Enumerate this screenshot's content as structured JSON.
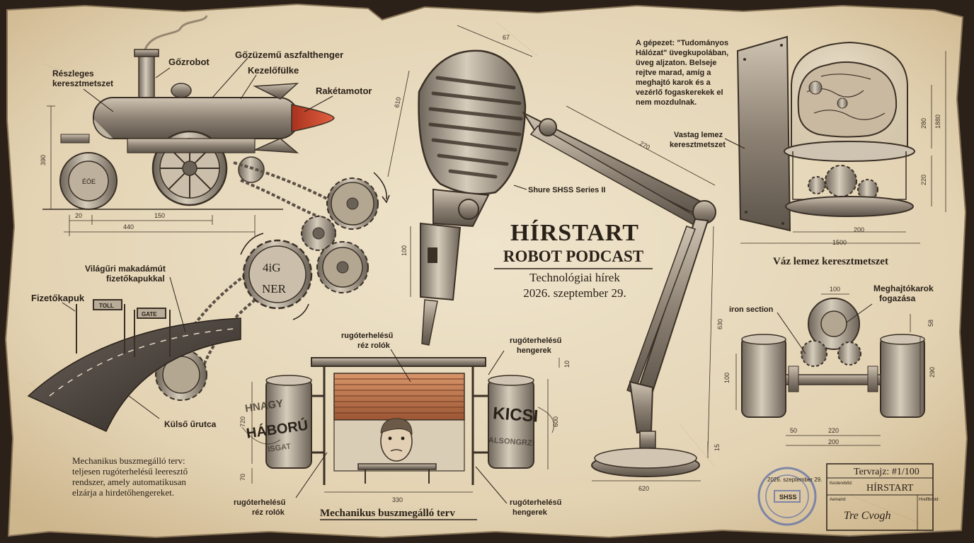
{
  "colors": {
    "paper": "#e9dcc2",
    "paper_dark": "#d8c6a3",
    "ink": "#2a2119",
    "accent_red": "#c8452f",
    "stamp_blue": "#5f6fa6"
  },
  "title_block": {
    "title": "HÍRSTART",
    "subtitle": "ROBOT PODCAST",
    "line1": "Technológiai hírek",
    "date": "2026. szeptember 29."
  },
  "engine": {
    "labels": {
      "partial_section": "Részleges",
      "partial_section_2": "keresztmetszet",
      "steam_robot": "Gőzrobot",
      "roller": "Gőzüzemű aszfalthenger",
      "cab": "Kezelőfülke",
      "rocket": "Rakétamotor"
    },
    "dims": {
      "height": "390",
      "d1": "20",
      "d2": "150",
      "total": "440"
    },
    "roller_text": "ÉÖE"
  },
  "gears": {
    "gear_text_1": "4iG",
    "gear_text_2": "NER"
  },
  "road": {
    "space_road": "Világűri makadámút",
    "space_road_2": "fizetőkapukkal",
    "toll_gates": "Fizetőkapuk",
    "toll_sign": "TOLL",
    "gate_sign": "GATE",
    "outer_lane": "Külső űrutca"
  },
  "microphone": {
    "label": "Shure SHSS Series II",
    "dims": {
      "top": "67",
      "height": "610",
      "arm": "270",
      "lower": "100",
      "pole": "630",
      "base_h": "15",
      "base_w": "620"
    }
  },
  "brain": {
    "note_lines": [
      "A gépezet: \"Tudományos",
      "Hálózat\" üvegkupolában,",
      "üveg aljzaton. Belseje",
      "rejtve marad, amíg a",
      "meghajtó karok és a",
      "vezérlő fogaskerekek el",
      "nem mozdulnak."
    ],
    "plate_label": "Vastag lemez",
    "plate_label_2": "keresztmetszet",
    "caption": "Váz lemez keresztmetszet",
    "dims": {
      "h1": "280",
      "h2": "1880",
      "h3": "220",
      "w1": "200",
      "w2": "1500"
    }
  },
  "drive": {
    "iron_section": "iron section",
    "drive_arms": "Meghajtókarok",
    "drive_arms_2": "fogazása",
    "dims": {
      "top": "100",
      "right_small": "58",
      "right": "290",
      "left": "100",
      "b1": "50",
      "b2": "220",
      "b3": "200"
    }
  },
  "bus_stop": {
    "roller_label_top": "rugóterhelésű",
    "roller_label_top_2": "réz rolók",
    "cyl_label_top": "rugóterhelésű",
    "cyl_label_top_2": "hengerek",
    "roller_label_bottom": "rugóterhelésű",
    "roller_label_bottom_2": "réz rolók",
    "cyl_label_bottom": "rugóterhelésű",
    "cyl_label_bottom_2": "hengerek",
    "caption": "Mechanikus buszmegálló terv",
    "left_cyl_words": [
      "HNAGY",
      "HÁBORÚ",
      "ISGAT"
    ],
    "right_cyl_words": [
      "KICSI",
      "ALSONGRZ!"
    ],
    "dims": {
      "left": "720",
      "left_small": "70",
      "right": "600",
      "top": "10",
      "bottom": "330"
    },
    "description_lines": [
      "Mechanikus buszmegálló terv:",
      "teljesen rugóterhelésű leeresztő",
      "rendszer, amely automatikusan",
      "elzárja a hirdetőhengereket."
    ]
  },
  "plan_box": {
    "label": "Tervrajz: #1/100",
    "sub_label": "Kesterebőd:",
    "name": "HÍRSTART",
    "signed": "Aeinaird:",
    "helper": "Hreiflbroid:",
    "signature": "Tre Cvogh"
  },
  "stamp": {
    "date": "2026. szeptember 29.",
    "mark": "SHSS"
  }
}
